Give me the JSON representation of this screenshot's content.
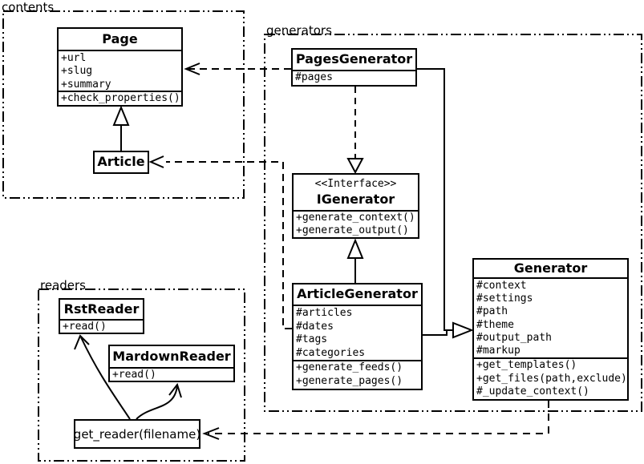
{
  "diagram": {
    "background": "#ffffff",
    "line_color": "#000000"
  },
  "packages": {
    "contents": {
      "label": "contents"
    },
    "generators": {
      "label": "generators"
    },
    "readers": {
      "label": "readers"
    }
  },
  "classes": {
    "page": {
      "name": "Page",
      "attributes": [
        "+url",
        "+slug",
        "+summary"
      ],
      "methods": [
        "+check_properties()"
      ]
    },
    "article": {
      "name": "Article"
    },
    "pages_generator": {
      "name": "PagesGenerator",
      "attributes": [
        "#pages"
      ]
    },
    "igenerator": {
      "stereotype": "<<Interface>>",
      "name": "IGenerator",
      "methods": [
        "+generate_context()",
        "+generate_output()"
      ]
    },
    "article_generator": {
      "name": "ArticleGenerator",
      "attributes": [
        "#articles",
        "#dates",
        "#tags",
        "#categories"
      ],
      "methods": [
        "+generate_feeds()",
        "+generate_pages()"
      ]
    },
    "generator": {
      "name": "Generator",
      "attributes": [
        "#context",
        "#settings",
        "#path",
        "#theme",
        "#output_path",
        "#markup"
      ],
      "methods": [
        "+get_templates()",
        "+get_files(path,exclude)",
        "#_update_context()"
      ]
    },
    "rst_reader": {
      "name": "RstReader",
      "methods": [
        "+read()"
      ]
    },
    "mardown_reader": {
      "name": "MardownReader",
      "methods": [
        "+read()"
      ]
    },
    "get_reader": {
      "label": "get_reader(filename)"
    }
  },
  "relationships": [
    {
      "from": "Article",
      "to": "Page",
      "type": "generalization"
    },
    {
      "from": "PagesGenerator",
      "to": "Page",
      "type": "dependency"
    },
    {
      "from": "ArticleGenerator",
      "to": "Article",
      "type": "dependency"
    },
    {
      "from": "PagesGenerator",
      "to": "IGenerator",
      "type": "realization"
    },
    {
      "from": "ArticleGenerator",
      "to": "IGenerator",
      "type": "generalization"
    },
    {
      "from": "PagesGenerator",
      "to": "Generator",
      "type": "generalization"
    },
    {
      "from": "ArticleGenerator",
      "to": "Generator",
      "type": "generalization"
    },
    {
      "from": "Generator",
      "to": "get_reader(filename)",
      "type": "dependency"
    },
    {
      "from": "get_reader(filename)",
      "to": "RstReader",
      "type": "arrow"
    },
    {
      "from": "get_reader(filename)",
      "to": "MardownReader",
      "type": "arrow"
    }
  ]
}
